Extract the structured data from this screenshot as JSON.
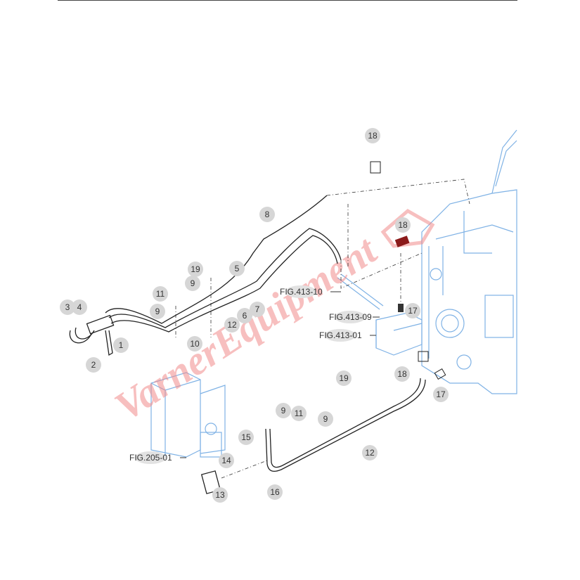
{
  "diagram": {
    "watermark": "VarnerEquipment",
    "colors": {
      "line": "#222222",
      "engine": "#7fb2e5",
      "callout_bg": "#d6d6d6",
      "watermark": "#f28b8b",
      "highlight_part": "#8b1a1a"
    },
    "callouts": [
      "18",
      "8",
      "18",
      "19",
      "5",
      "9",
      "11",
      "9",
      "6",
      "7",
      "3",
      "4",
      "12",
      "10",
      "1",
      "2",
      "17",
      "18",
      "17",
      "19",
      "9",
      "11",
      "9",
      "15",
      "12",
      "14",
      "13",
      "16"
    ],
    "figure_refs": [
      "FIG.413-10",
      "FIG.413-09",
      "FIG.413-01",
      "FIG.205-01"
    ]
  }
}
